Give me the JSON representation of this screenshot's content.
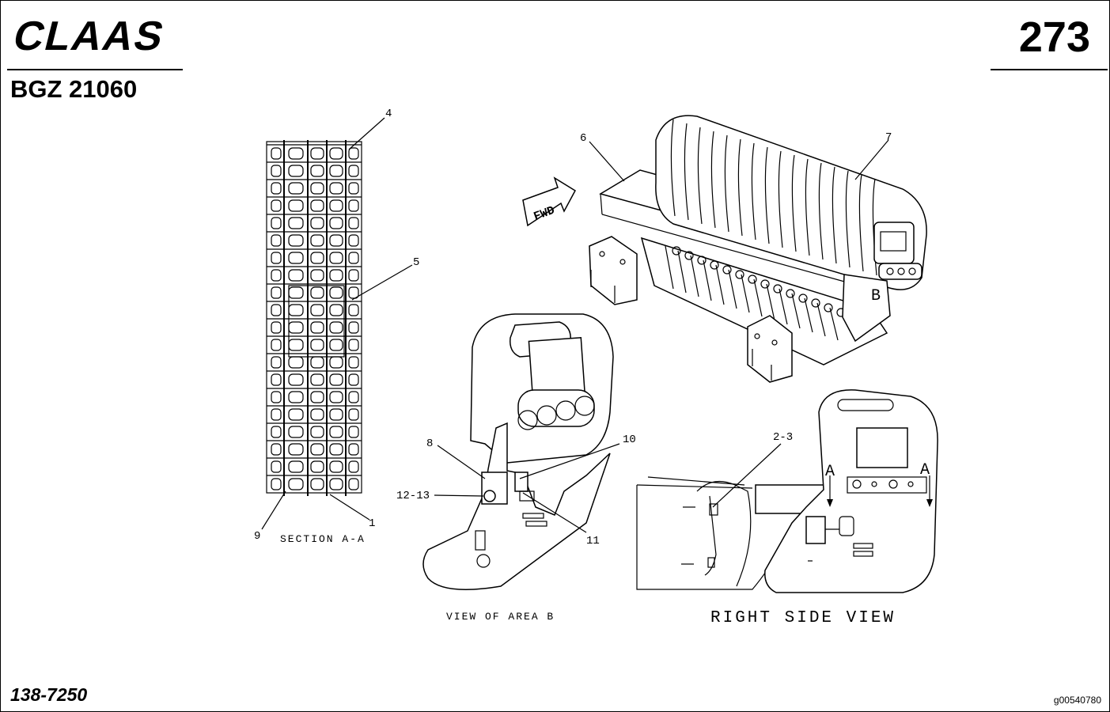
{
  "header": {
    "brand": "CLAAS",
    "page_number": "273",
    "model": "BGZ 21060"
  },
  "footer": {
    "document_number": "138-7250",
    "image_id": "g00540780"
  },
  "views": {
    "section": "SECTION A-A",
    "area_b": "VIEW OF AREA B",
    "right_side": "RIGHT SIDE VIEW"
  },
  "labels": {
    "fwd": "FWD",
    "b_marker": "B",
    "a_left": "A",
    "a_right": "A"
  },
  "callouts": [
    "1",
    "2-3",
    "4",
    "5",
    "6",
    "7",
    "8",
    "9",
    "10",
    "11",
    "12-13"
  ]
}
